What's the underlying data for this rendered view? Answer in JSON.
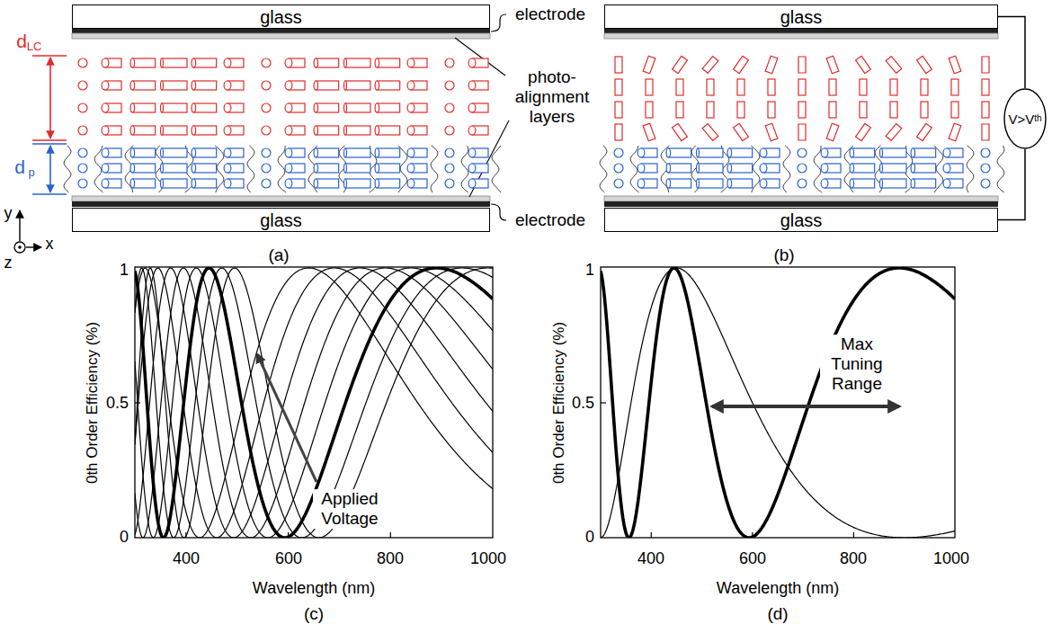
{
  "diagram": {
    "nodes": [
      {
        "text": [
          "glass"
        ]
      },
      {
        "text": [
          "glass"
        ]
      },
      {
        "text": [
          "V>V",
          "th"
        ]
      },
      {
        "text": [
          "glass"
        ]
      },
      {
        "text": [
          "glass"
        ]
      }
    ],
    "edges": [
      {
        "from": 2,
        "to": 1,
        "arrow": "none"
      },
      {
        "from": 2,
        "to": 4,
        "arrow": "none"
      }
    ],
    "labels": [
      "electrode",
      "d",
      "LC",
      "photo- alignment layers",
      "d",
      "p",
      "y",
      "x",
      "z",
      "electrode",
      "(a)",
      "(b)",
      "1",
      "0.5",
      "0",
      "0th Order Efficiency (%)",
      "400",
      "600",
      "800",
      "1000",
      "Wavelength (nm)",
      "Applied Voltage",
      "(c)",
      "1",
      "0.5",
      "0",
      "0th Order Efficiency (%)",
      "400",
      "600",
      "800",
      "1000",
      "Wavelength (nm)",
      "Max Tuning Range",
      "(d)"
    ]
  }
}
